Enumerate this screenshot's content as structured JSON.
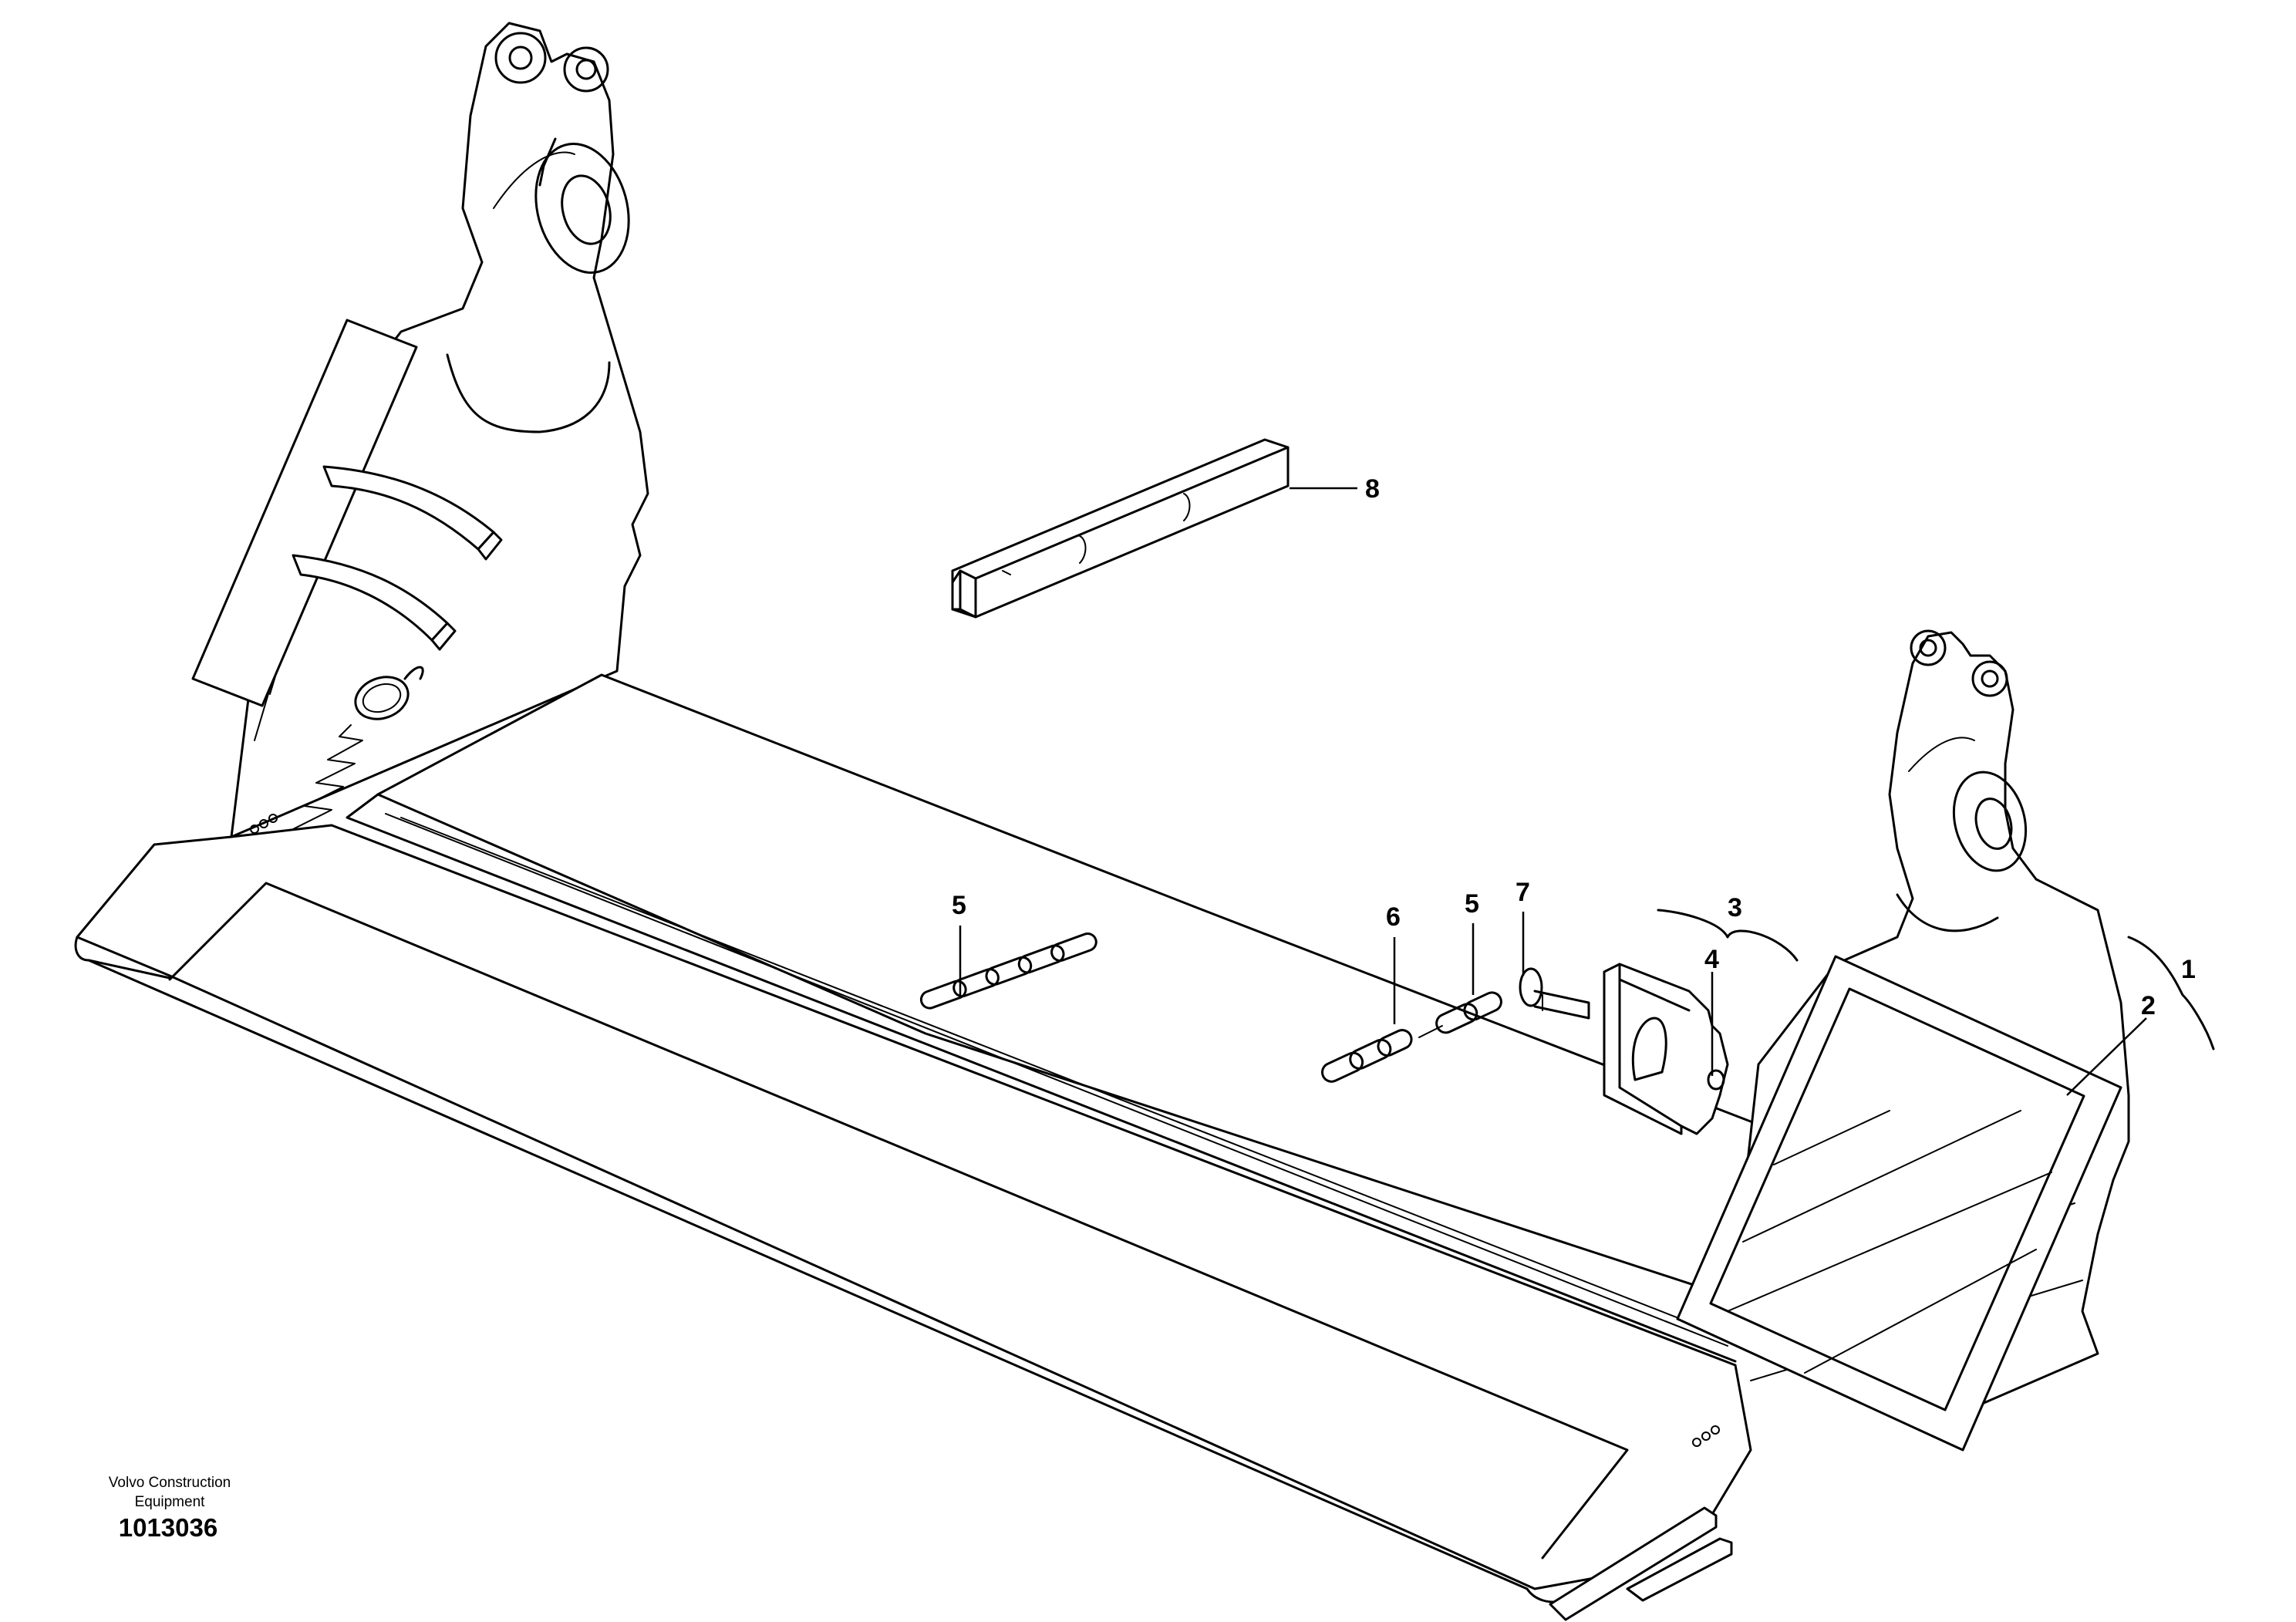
{
  "figure": {
    "company_line1": "Volvo Construction",
    "company_line2": "Equipment",
    "drawing_number": "1013036"
  },
  "callouts": [
    {
      "id": "c1",
      "label": "1"
    },
    {
      "id": "c2",
      "label": "2"
    },
    {
      "id": "c3",
      "label": "3"
    },
    {
      "id": "c4",
      "label": "4"
    },
    {
      "id": "c5a",
      "label": "5"
    },
    {
      "id": "c5b",
      "label": "5"
    },
    {
      "id": "c6",
      "label": "6"
    },
    {
      "id": "c7",
      "label": "7"
    },
    {
      "id": "c8",
      "label": "8"
    }
  ]
}
